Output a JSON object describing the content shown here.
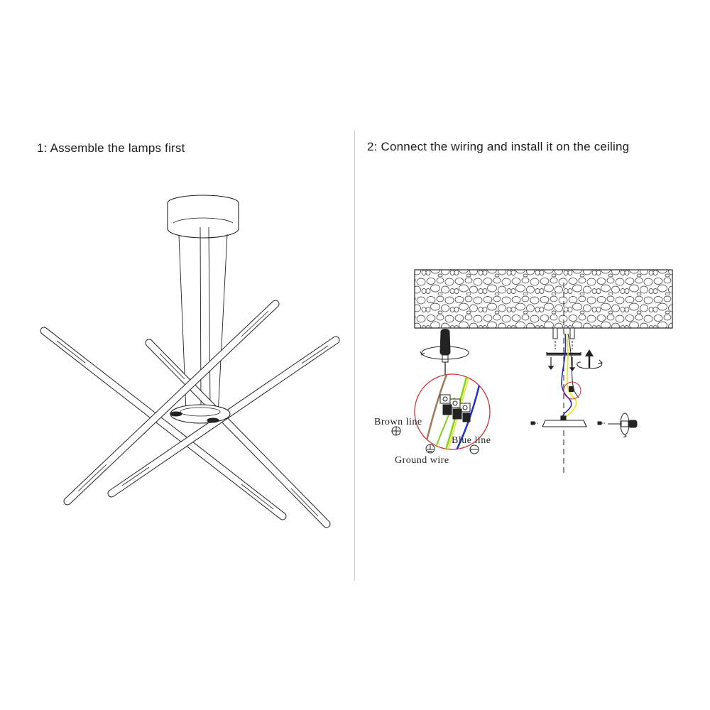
{
  "steps": [
    {
      "label": "1: Assemble the lamps first"
    },
    {
      "label": "2: Connect the wiring and install it on the ceiling"
    }
  ],
  "wiring": {
    "brown_label": "Brown line",
    "blue_label": "Blue line",
    "ground_label": "Ground wire"
  },
  "colors": {
    "brown_wire": "#a0785a",
    "green_wire": "#7ed321",
    "yellow_wire": "#e8e800",
    "blue_wire": "#1f2fd0",
    "zoom_circle": "#d0303a"
  },
  "icons": [
    "rotate-arrow-icon",
    "screwdriver-icon",
    "plus-terminal-icon",
    "ground-terminal-icon",
    "minus-terminal-icon",
    "up-arrow-icon",
    "screw-icon"
  ]
}
